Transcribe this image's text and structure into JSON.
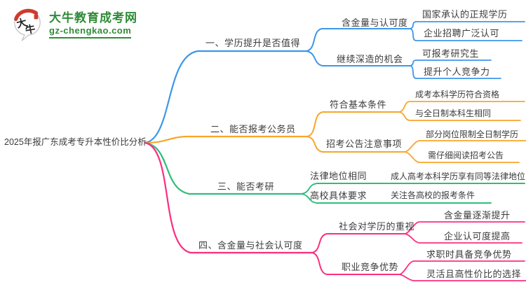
{
  "site": {
    "logo_title": "大牛教育成考网",
    "logo_domain": "gz-chengkao.com",
    "logo_icon_chars_1": "大",
    "logo_icon_chars_2": "牛"
  },
  "colors": {
    "branch1": "#3E96E8",
    "branch2": "#F7A62A",
    "branch3": "#2EBD7B",
    "branch4": "#FB2E7F",
    "logo_green": "#2E8B37",
    "logo_red": "#CF3A2D",
    "text": "#3C3C3C"
  },
  "mindmap": {
    "root": "2025年报广东成考专升本性价比分析",
    "branches": [
      {
        "label": "一、学历提升是否值得",
        "children": [
          {
            "label": "含金量与认可度",
            "leaves": [
              "国家承认的正规学历",
              "企业招聘广泛认可"
            ]
          },
          {
            "label": "继续深造的机会",
            "leaves": [
              "可报考研究生",
              "提升个人竞争力"
            ]
          }
        ]
      },
      {
        "label": "二、能否报考公务员",
        "children": [
          {
            "label": "符合基本条件",
            "leaves": [
              "成考本科学历符合资格",
              "与全日制本科生相同"
            ]
          },
          {
            "label": "招考公告注意事项",
            "leaves": [
              "部分岗位限制全日制学历",
              "需仔细阅读招考公告"
            ]
          }
        ]
      },
      {
        "label": "三、能否考研",
        "children": [
          {
            "label": "法律地位相同",
            "leaves": [
              "成人高考本科学历享有同等法律地位"
            ]
          },
          {
            "label": "高校具体要求",
            "leaves": [
              "关注各高校的报考条件"
            ]
          }
        ]
      },
      {
        "label": "四、含金量与社会认可度",
        "children": [
          {
            "label": "社会对学历的重视",
            "leaves": [
              "含金量逐渐提升",
              "企业认可度提高"
            ]
          },
          {
            "label": "职业竞争优势",
            "leaves": [
              "求职时具备竞争优势",
              "灵活且高性价比的选择"
            ]
          }
        ]
      }
    ]
  }
}
